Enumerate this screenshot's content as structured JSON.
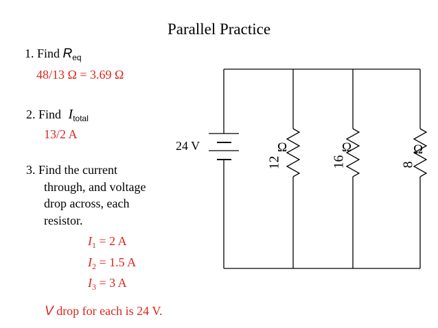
{
  "title": "Parallel Practice",
  "q1": {
    "prefix": "1. Find ",
    "var": "R",
    "sub": "eq",
    "answer": "48/13 Ω = 3.69 Ω"
  },
  "q2": {
    "prefix": "2. Find ",
    "var": "I",
    "sub": "total",
    "answer": "13/2 A"
  },
  "q3": {
    "lines": [
      "3.  Find the current",
      "through, and voltage",
      "drop across, each",
      "resistor."
    ],
    "currents": [
      {
        "var": "I",
        "sub": "1",
        "value": "= 2 A"
      },
      {
        "var": "I",
        "sub": "2",
        "value": "= 1.5 A"
      },
      {
        "var": "I",
        "sub": "3",
        "value": "= 3 A"
      }
    ]
  },
  "vdrop": {
    "var": "V",
    "text": " drop for each is 24 V."
  },
  "circuit": {
    "source_label": "24 V",
    "resistors": [
      {
        "value": "12",
        "unit": "Ω"
      },
      {
        "value": "16",
        "unit": "Ω"
      },
      {
        "value": "8",
        "unit": "Ω"
      }
    ]
  },
  "colors": {
    "answer": "#d9261c",
    "text": "#000000"
  }
}
